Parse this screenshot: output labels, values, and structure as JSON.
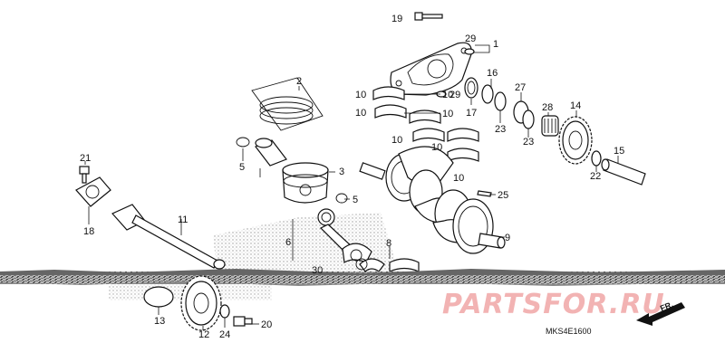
{
  "callouts": {
    "c1": "1",
    "c2": "2",
    "c3": "3",
    "c5a": "5",
    "c5b": "5",
    "c6": "6",
    "c8": "8",
    "c9": "9",
    "c10a": "10",
    "c10b": "10",
    "c10c": "10",
    "c10d": "10",
    "c10e": "10",
    "c10f": "10",
    "c10g": "10",
    "c11": "11",
    "c12": "12",
    "c13": "13",
    "c14": "14",
    "c15": "15",
    "c16": "16",
    "c17": "17",
    "c18": "18",
    "c19": "19",
    "c20": "20",
    "c21": "21",
    "c22": "22",
    "c23a": "23",
    "c23b": "23",
    "c24": "24",
    "c25": "25",
    "c27": "27",
    "c28": "28",
    "c29a": "29",
    "c29b": "29",
    "c30": "30"
  },
  "diagram_code": "MKS4E1600",
  "direction_label": "FR.",
  "watermark": "PARTSFOR.RU",
  "colors": {
    "watermark": "#f2b3b3",
    "line": "#111111",
    "tear_band": "#9a9a9a"
  }
}
